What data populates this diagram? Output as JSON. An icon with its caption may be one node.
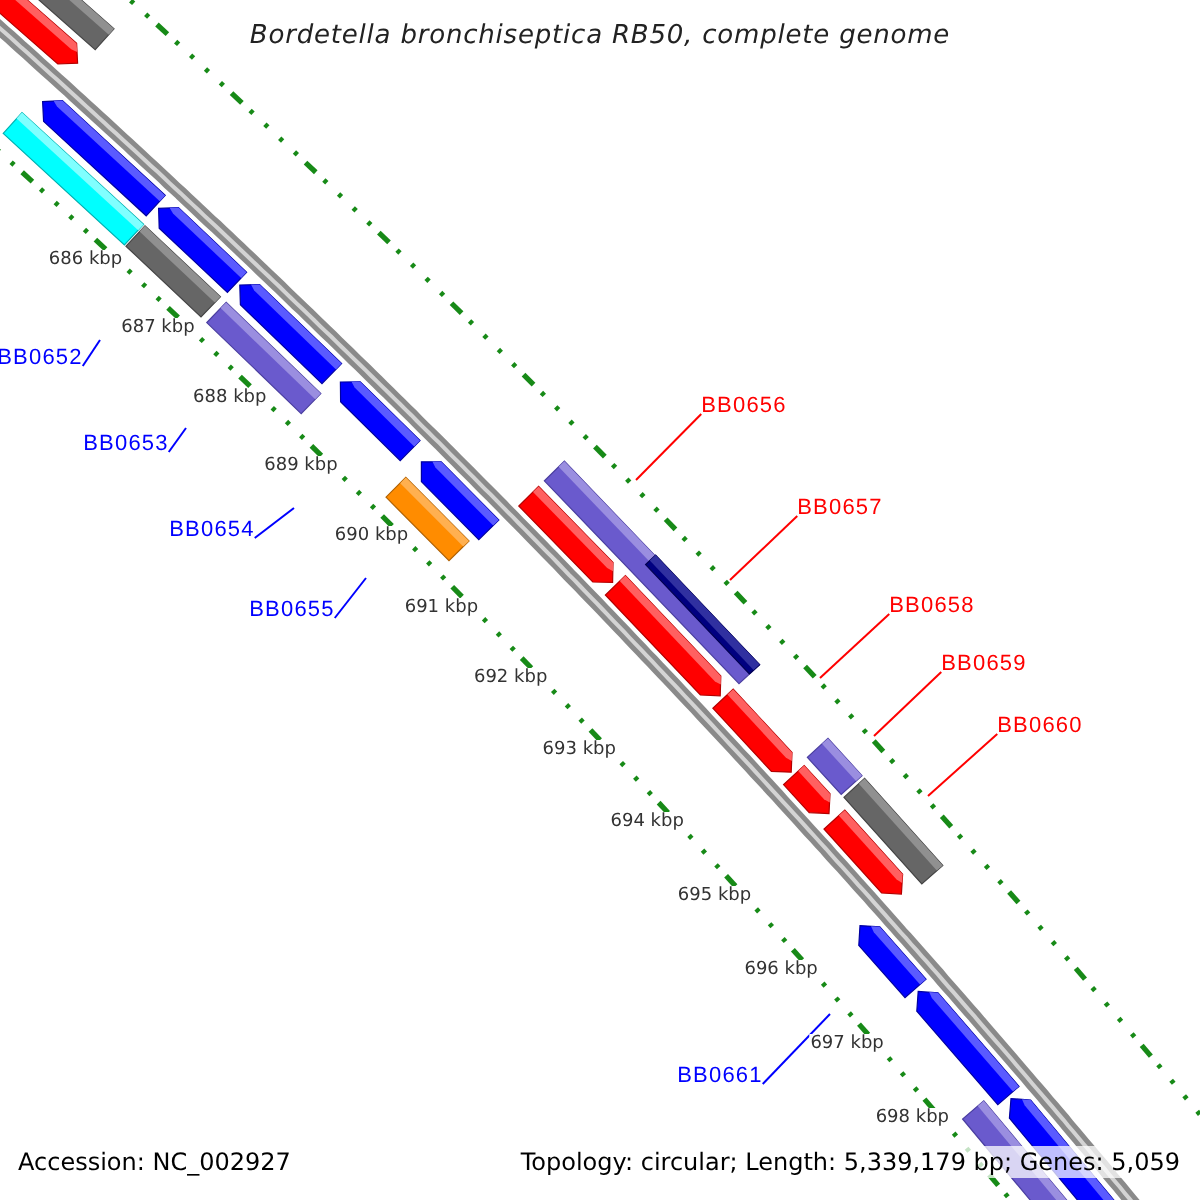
{
  "diagram": {
    "title": "Bordetella bronchiseptica RB50, complete genome",
    "nodes": [
      {
        "text": [
          "BB0652"
        ]
      },
      {
        "text": [
          "BB0653"
        ]
      },
      {
        "text": [
          "BB0654"
        ]
      },
      {
        "text": [
          "BB0655"
        ]
      },
      {
        "text": [
          "BB0656"
        ]
      },
      {
        "text": [
          "BB0657"
        ]
      },
      {
        "text": [
          "BB0658"
        ]
      },
      {
        "text": [
          "BB0659"
        ]
      },
      {
        "text": [
          "BB0660"
        ]
      },
      {
        "text": [
          "BB0661"
        ]
      }
    ],
    "edges": [
      {
        "from": 0,
        "to": null,
        "arrow": "none"
      },
      {
        "from": 1,
        "to": null,
        "arrow": "none"
      },
      {
        "from": 2,
        "to": null,
        "arrow": "none"
      },
      {
        "from": 3,
        "to": null,
        "arrow": "none"
      },
      {
        "from": 4,
        "to": null,
        "arrow": "none",
        "color": "#ff0000"
      },
      {
        "from": 5,
        "to": null,
        "arrow": "none",
        "color": "#ff0000"
      },
      {
        "from": 6,
        "to": null,
        "arrow": "none",
        "color": "#ff0000"
      },
      {
        "from": 7,
        "to": null,
        "arrow": "none",
        "color": "#ff0000"
      },
      {
        "from": 8,
        "to": null,
        "arrow": "none",
        "color": "#ff0000"
      },
      {
        "from": 9,
        "to": null,
        "arrow": "none"
      }
    ],
    "labels": [
      "686 kbp",
      "687 kbp",
      "688 kbp",
      "689 kbp",
      "690 kbp",
      "691 kbp",
      "692 kbp",
      "693 kbp",
      "694 kbp",
      "695 kbp",
      "696 kbp",
      "697 kbp",
      "698 kbp",
      "Accession: NC_002927",
      "Topology: circular; Length: 5,339,179 bp; Genes: 5,059"
    ]
  }
}
